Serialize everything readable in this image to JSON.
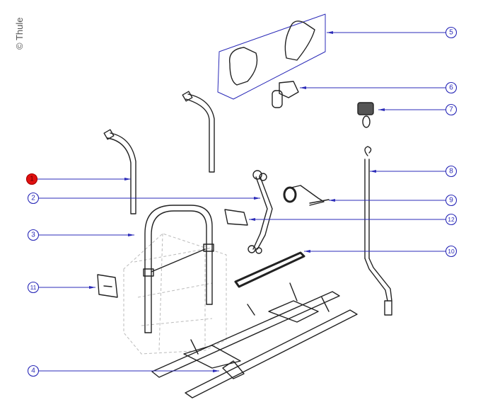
{
  "copyright": "© Thule",
  "callouts": [
    {
      "id": "1",
      "label": "1",
      "selected": true
    },
    {
      "id": "2",
      "label": "2"
    },
    {
      "id": "3",
      "label": "3"
    },
    {
      "id": "4",
      "label": "4"
    },
    {
      "id": "5",
      "label": "5"
    },
    {
      "id": "6",
      "label": "6"
    },
    {
      "id": "7",
      "label": "7"
    },
    {
      "id": "8",
      "label": "8"
    },
    {
      "id": "9",
      "label": "9"
    },
    {
      "id": "10",
      "label": "10"
    },
    {
      "id": "11",
      "label": "11"
    },
    {
      "id": "12",
      "label": "12"
    }
  ],
  "colors": {
    "leader": "#2b2bb8",
    "selected": "#e01010"
  }
}
